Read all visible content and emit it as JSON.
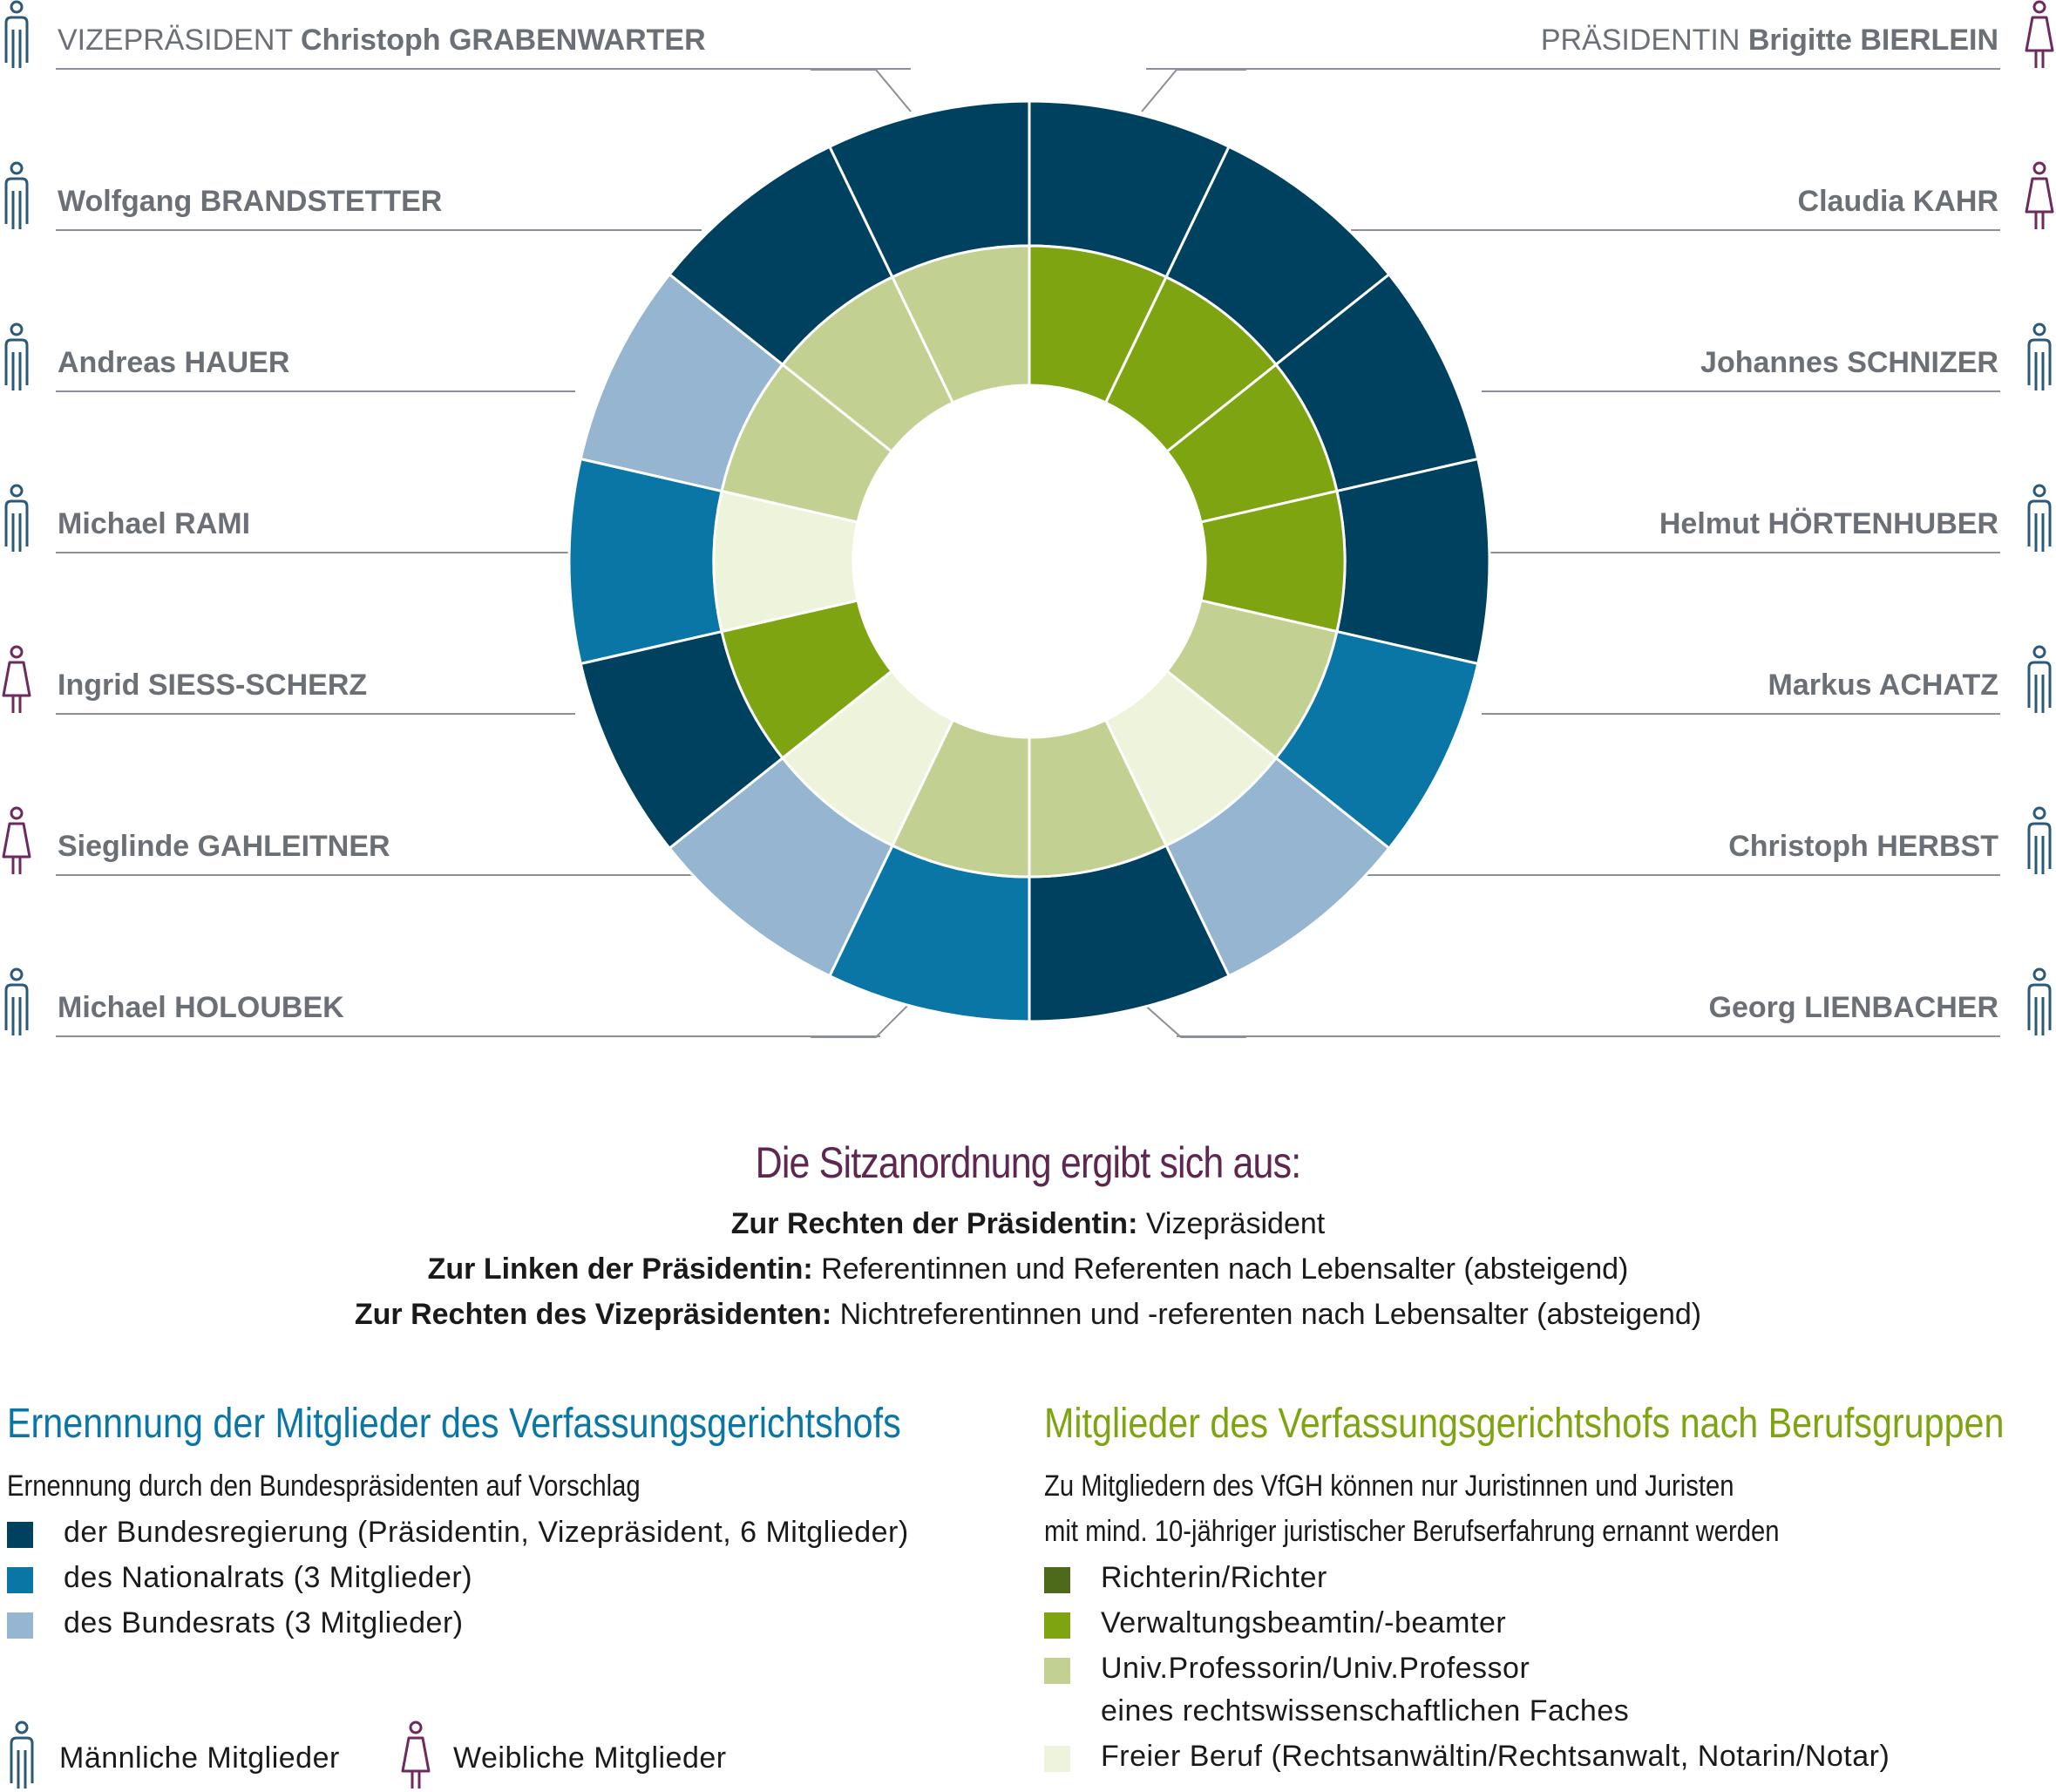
{
  "colors": {
    "bundesregierung": "#00415f",
    "nationalrat": "#0a76a6",
    "bundesrat": "#95b5d1",
    "richter": "#4d6a1a",
    "verwaltung": "#7ea511",
    "professor": "#c2d192",
    "freier_beruf": "#eef3dc",
    "male_icon": "#2a5a78",
    "female_icon": "#6e2a5c",
    "headline": "#5e2750",
    "section_left": "#0a76a6",
    "section_right": "#7ea511",
    "name_text": "#6b6f76"
  },
  "members_left": [
    {
      "role": "VIZEPRÄSIDENT",
      "name": "Christoph GRABENWARTER",
      "gender": "male"
    },
    {
      "role": "",
      "name": "Wolfgang BRANDSTETTER",
      "gender": "male"
    },
    {
      "role": "",
      "name": "Andreas HAUER",
      "gender": "male"
    },
    {
      "role": "",
      "name": "Michael RAMI",
      "gender": "male"
    },
    {
      "role": "",
      "name": "Ingrid SIESS-SCHERZ",
      "gender": "female"
    },
    {
      "role": "",
      "name": "Sieglinde GAHLEITNER",
      "gender": "female"
    },
    {
      "role": "",
      "name": "Michael HOLOUBEK",
      "gender": "male"
    }
  ],
  "members_right": [
    {
      "role": "PRÄSIDENTIN",
      "name": "Brigitte BIERLEIN",
      "gender": "female"
    },
    {
      "role": "",
      "name": "Claudia KAHR",
      "gender": "female"
    },
    {
      "role": "",
      "name": "Johannes SCHNIZER",
      "gender": "male"
    },
    {
      "role": "",
      "name": "Helmut HÖRTENHUBER",
      "gender": "male"
    },
    {
      "role": "",
      "name": "Markus ACHATZ",
      "gender": "male"
    },
    {
      "role": "",
      "name": "Christoph HERBST",
      "gender": "male"
    },
    {
      "role": "",
      "name": "Georg LIENBACHER",
      "gender": "male"
    }
  ],
  "wheel": {
    "outer": [
      "bundesregierung",
      "bundesregierung",
      "bundesregierung",
      "bundesregierung",
      "nationalrat",
      "bundesrat",
      "bundesregierung",
      "nationalrat",
      "bundesrat",
      "bundesregierung",
      "nationalrat",
      "bundesrat",
      "bundesregierung",
      "bundesregierung"
    ],
    "inner": [
      "verwaltung",
      "verwaltung",
      "verwaltung",
      "verwaltung",
      "professor",
      "freier_beruf",
      "professor",
      "professor",
      "freier_beruf",
      "verwaltung",
      "freier_beruf",
      "professor",
      "professor",
      "professor"
    ]
  },
  "seating": {
    "headline": "Die Sitzanordnung ergibt sich aus:",
    "rules": [
      {
        "label": "Zur Rechten der Präsidentin:",
        "text": " Vizepräsident"
      },
      {
        "label": "Zur Linken der Präsidentin:",
        "text": " Referentinnen und Referenten nach Lebensalter (absteigend)"
      },
      {
        "label": "Zur Rechten des Vizepräsidenten:",
        "text": " Nichtreferentinnen und -referenten nach Lebensalter (absteigend)"
      }
    ]
  },
  "appointment": {
    "title": "Ernennnung der Mitglieder des Verfassungsgerichtshofs",
    "subtitle": "Ernennung durch den Bundespräsidenten auf Vorschlag",
    "items": [
      {
        "key": "bundesregierung",
        "label": "der Bundesregierung (Präsidentin, Vizepräsident, 6 Mitglieder)"
      },
      {
        "key": "nationalrat",
        "label": "des Nationalrats (3 Mitglieder)"
      },
      {
        "key": "bundesrat",
        "label": "des Bundesrats (3 Mitglieder)"
      }
    ]
  },
  "professions": {
    "title": "Mitglieder des Verfassungsgerichtshofs nach Berufsgruppen",
    "subtitle_1": "Zu Mitgliedern des VfGH können nur Juristinnen und Juristen",
    "subtitle_2": "mit mind. 10-jähriger juristischer Berufserfahrung ernannt werden",
    "items": [
      {
        "key": "richter",
        "label": "Richterin/Richter"
      },
      {
        "key": "verwaltung",
        "label": "Verwaltungsbeamtin/-beamter"
      },
      {
        "key": "professor",
        "label": "Univ.Professorin/Univ.Professor"
      },
      {
        "key": "freier_beruf",
        "label": "Freier Beruf (Rechtsanwältin/Rechtsanwalt, Notarin/Notar)"
      }
    ],
    "professor_line2": "eines rechtswissenschaftlichen Faches"
  },
  "gender_legend": {
    "male": "Männliche Mitglieder",
    "female": "Weibliche  Mitglieder"
  }
}
